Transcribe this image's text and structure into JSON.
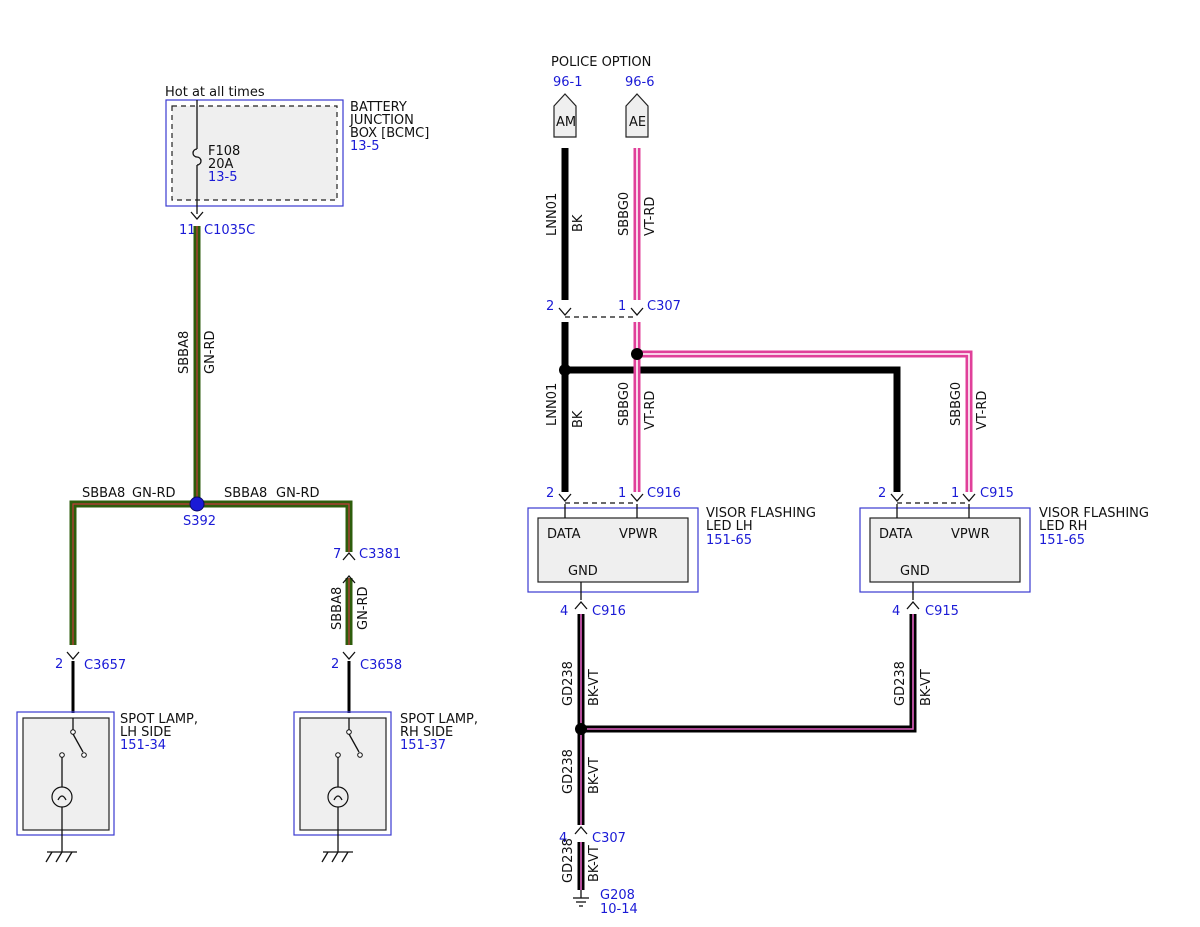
{
  "colors": {
    "label_blue": "#1a1ad6",
    "gn_rd_wire_base": "#2e5d0c",
    "gn_rd_wire_stripe": "#c43b3b",
    "bk_wire": "#000000",
    "vt_rd_wire_base": "#e0409a",
    "bk_vt_wire_stripe": "#e060c0",
    "component_border": "#3a3ad0",
    "component_fill": "#efefef"
  },
  "left": {
    "hot_label": "Hot at all times",
    "bjb": {
      "name_lines": [
        "BATTERY",
        "JUNCTION",
        "BOX [BCMC]"
      ],
      "ref": "13-5"
    },
    "fuse": {
      "name": "F108",
      "rating": "20A",
      "ref": "13-5"
    },
    "c1035c": {
      "pin": "11",
      "name": "C1035C"
    },
    "trunk_wire": {
      "circuit": "SBBA8",
      "color": "GN-RD"
    },
    "branch_left_wire": {
      "circuit": "SBBA8",
      "color": "GN-RD"
    },
    "branch_right_wire": {
      "circuit": "SBBA8",
      "color": "GN-RD"
    },
    "splice": "S392",
    "c3381": {
      "pin": "7",
      "name": "C3381"
    },
    "rh_short_wire": {
      "circuit": "SBBA8",
      "color": "GN-RD"
    },
    "c3657": {
      "pin": "2",
      "name": "C3657"
    },
    "c3658": {
      "pin": "2",
      "name": "C3658"
    },
    "spot_lh": {
      "name_lines": [
        "SPOT LAMP,",
        "LH SIDE"
      ],
      "ref": "151-34"
    },
    "spot_rh": {
      "name_lines": [
        "SPOT LAMP,",
        "RH SIDE"
      ],
      "ref": "151-37"
    }
  },
  "right": {
    "police_option": "POLICE OPTION",
    "am": {
      "ref": "96-1",
      "label": "AM"
    },
    "ae": {
      "ref": "96-6",
      "label": "AE"
    },
    "upper_bk_wire": {
      "circuit": "LNN01",
      "color": "BK"
    },
    "upper_vt_wire": {
      "circuit": "SBBG0",
      "color": "VT-RD"
    },
    "c307_top": {
      "pin_left": "2",
      "pin_right": "1",
      "name": "C307"
    },
    "lower_bk_wire": {
      "circuit": "LNN01",
      "color": "BK"
    },
    "lower_vt_wire": {
      "circuit": "SBBG0",
      "color": "VT-RD"
    },
    "rh_vt_wire": {
      "circuit": "SBBG0",
      "color": "VT-RD"
    },
    "c916_top": {
      "pin_left": "2",
      "pin_right": "1",
      "name": "C916"
    },
    "c915_top": {
      "pin_left": "2",
      "pin_right": "1",
      "name": "C915"
    },
    "visor_lh": {
      "name_lines": [
        "VISOR FLASHING",
        "LED LH"
      ],
      "ref": "151-65",
      "pins": {
        "data": "DATA",
        "vpwr": "VPWR",
        "gnd": "GND"
      }
    },
    "visor_rh": {
      "name_lines": [
        "VISOR FLASHING",
        "LED RH"
      ],
      "ref": "151-65",
      "pins": {
        "data": "DATA",
        "vpwr": "VPWR",
        "gnd": "GND"
      }
    },
    "c916_bottom": {
      "pin": "4",
      "name": "C916"
    },
    "c915_bottom": {
      "pin": "4",
      "name": "C915"
    },
    "gnd_lh_wire": {
      "circuit": "GD238",
      "color": "BK-VT"
    },
    "gnd_rh_wire": {
      "circuit": "GD238",
      "color": "BK-VT"
    },
    "gnd_mid_wire": {
      "circuit": "GD238",
      "color": "BK-VT"
    },
    "c307_bottom": {
      "pin": "4",
      "name": "C307"
    },
    "gnd_bottom_wire": {
      "circuit": "GD238",
      "color": "BK-VT"
    },
    "ground": {
      "name": "G208",
      "ref": "10-14"
    }
  }
}
